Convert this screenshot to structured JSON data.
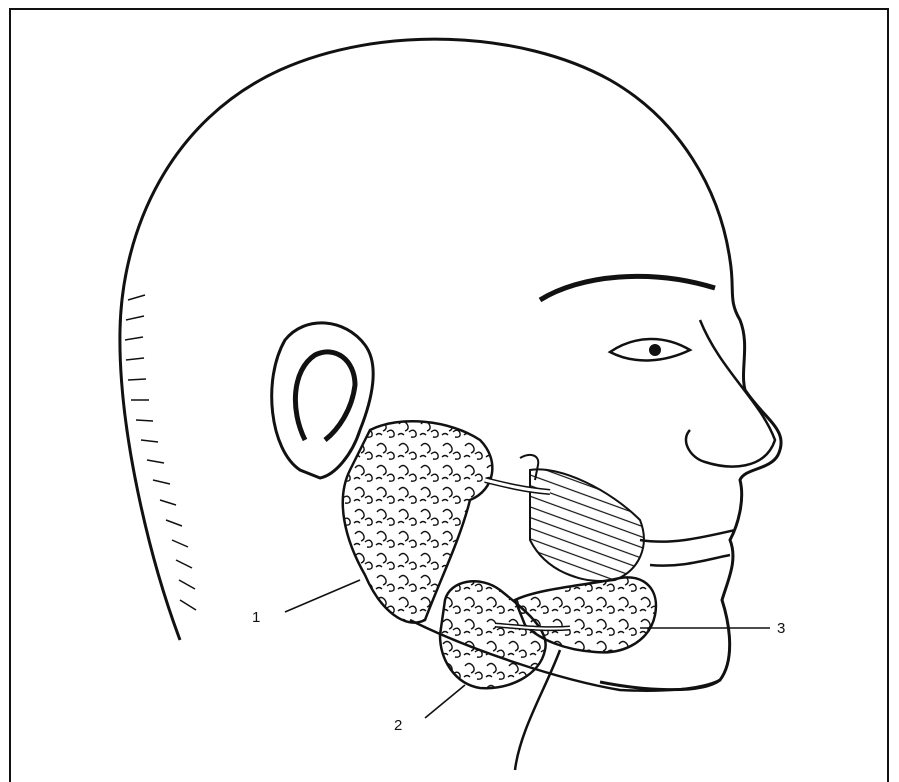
{
  "labels": {
    "parotid": "1",
    "submandibular": "2",
    "sublingual": "3"
  },
  "colors": {
    "ink": "#111111",
    "background": "#ffffff"
  }
}
